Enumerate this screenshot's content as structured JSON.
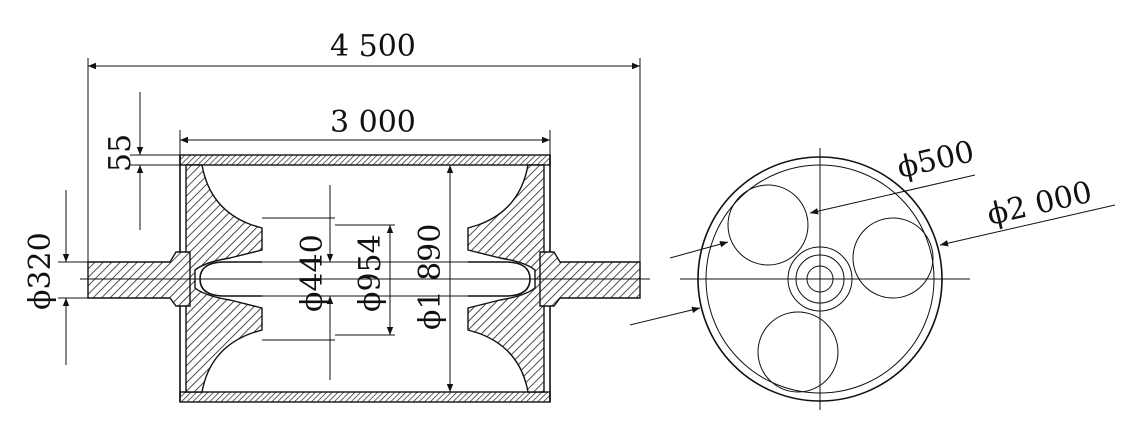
{
  "dimensions": {
    "overall_length": "4 500",
    "drum_width": "3 000",
    "shell_thickness": "55",
    "shaft_diameter": "ϕ320",
    "hub_diameter": "ϕ440",
    "disc_inner_diameter": "ϕ954",
    "drum_inner_diameter": "ϕ1 890",
    "hole_diameter": "ϕ500",
    "end_view_diameter": "ϕ2 000"
  },
  "colors": {
    "line": "#111111",
    "background": "#ffffff"
  }
}
